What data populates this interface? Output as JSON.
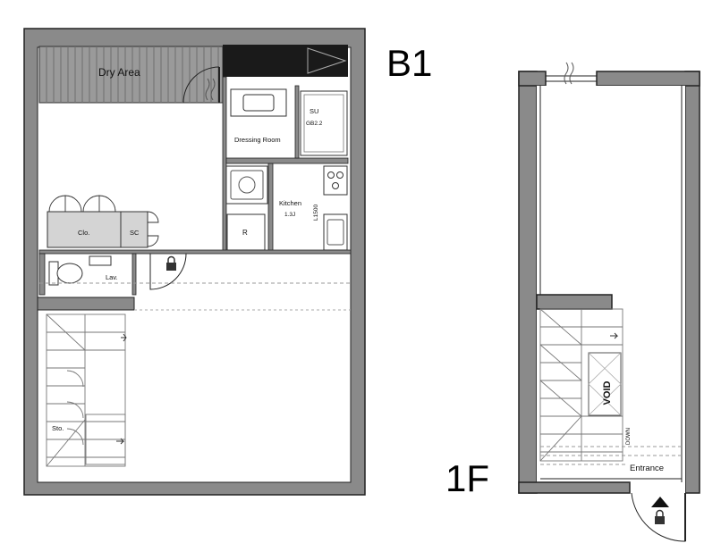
{
  "floors": {
    "b1": {
      "label": "B1",
      "rooms": {
        "dry_area": "Dry Area",
        "su": "SU",
        "su_note": "GB2.2",
        "dressing_room": "Dressing Room",
        "kitchen": "Kitchen",
        "kitchen_note1": "1.3J",
        "kitchen_note2": "L1500",
        "closet": "Clo.",
        "shoe_cabinet": "SC",
        "refrigerator": "R",
        "lavatory": "Lav.",
        "storage": "Sto."
      }
    },
    "f1": {
      "label": "1F",
      "rooms": {
        "void": "VOID",
        "down": "DOWN",
        "entrance": "Entrance"
      }
    }
  },
  "colors": {
    "wall": "#8a8a8a",
    "wall_outline": "#222222",
    "dark_fill": "#1a1a1a",
    "dry_area_fill": "#9a9a9a",
    "closet_fill": "#d4d4d4"
  },
  "icons": [
    "lock-icon",
    "entrance-arrow-icon"
  ]
}
